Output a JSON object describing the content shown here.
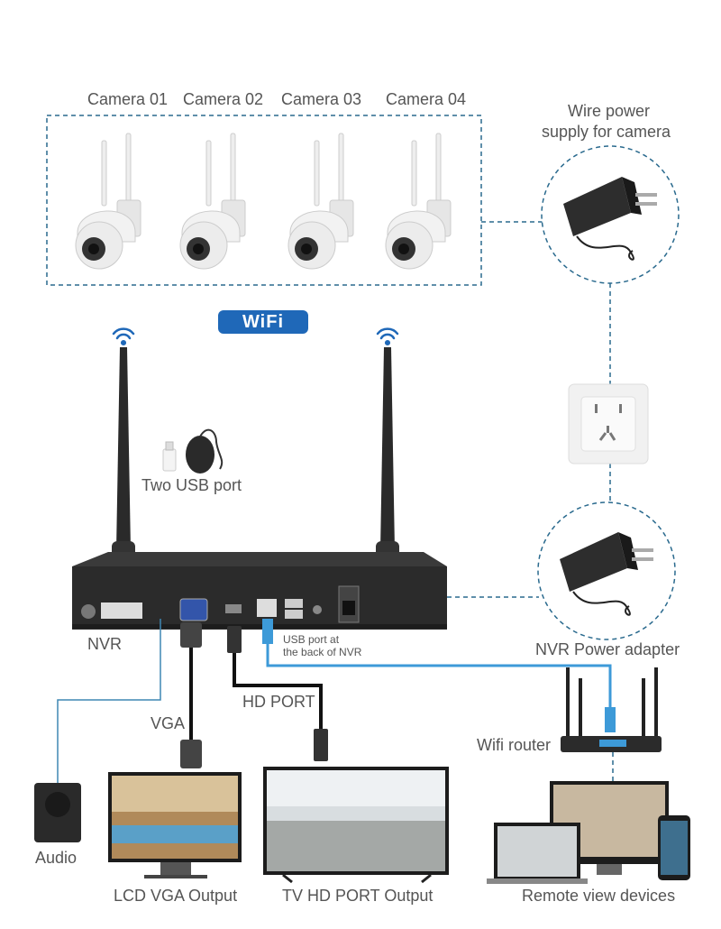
{
  "cameras": [
    "Camera 01",
    "Camera 02",
    "Camera 03",
    "Camera 04"
  ],
  "labels": {
    "wire_power": [
      "Wire power",
      "supply for camera"
    ],
    "wifi": "WiFi",
    "two_usb": "Two USB port",
    "nvr": "NVR",
    "usb_back": [
      "USB port at",
      "the back of NVR"
    ],
    "nvr_power": "NVR Power adapter",
    "hd_port": "HD PORT",
    "vga": "VGA",
    "wifi_router": "Wifi router",
    "audio": "Audio",
    "lcd_vga": "LCD VGA Output",
    "tv_hd": "TV HD PORT Output",
    "remote": "Remote view devices"
  },
  "colors": {
    "accent": "#1f68b8",
    "dashed": "#2a6a8e",
    "cable": "#3d9ad8",
    "device": "#2b2b2b"
  }
}
